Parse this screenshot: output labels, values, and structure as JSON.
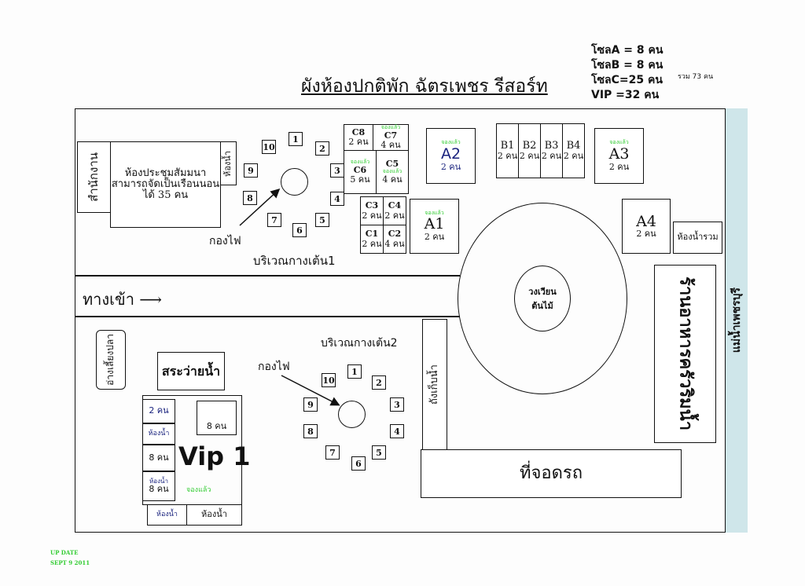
{
  "title": "ผังห้องปกติพัก ฉัตรเพชร รีสอร์ท",
  "legend": {
    "zones": [
      "โซลA = 8 คน",
      "โซลB = 8 คน",
      "โซลC=25 คน",
      "VIP =32 คน"
    ],
    "total": "รวม 73 คน"
  },
  "rooms": {
    "office": "สำนักงาน",
    "meeting_line1": "ห้องประชุมสัมมนา",
    "meeting_line2": "สามารถจัดเป็นเรือนนอน",
    "meeting_line3": "ได้ 35 คน",
    "meeting_bathroom": "ห้องน้ำ",
    "campfire1": "กองไฟ",
    "camp_area1": "บริเวณกางเต้น1",
    "camp_area2": "บริเวณกางเต้น2",
    "campfire2": "กองไฟ",
    "entrance": "ทางเข้า",
    "entrance_arrow": "⟶",
    "roundabout": "วงเวียน ต้นไม้",
    "restaurant": "ร้านอาหารครัวริมน้ำ",
    "river": "แม่น้ำเพชรบุรี",
    "water_tank": "ถังเก็บน้ำ",
    "parking": "ที่จอดรถ",
    "fish_pond": "อ่างเลี้ยงปลา",
    "pool": "สระว่ายน้ำ",
    "shared_bathroom": "ห้องน้ำรวม"
  },
  "booked": "จองแล้ว",
  "zone_a": [
    {
      "name": "A1",
      "capacity": "2 คน"
    },
    {
      "name": "A2",
      "capacity": "2 คน"
    },
    {
      "name": "A3",
      "capacity": "2 คน"
    },
    {
      "name": "A4",
      "capacity": "2 คน"
    }
  ],
  "zone_b": [
    {
      "name": "B1",
      "capacity": "2 คน"
    },
    {
      "name": "B2",
      "capacity": "2 คน"
    },
    {
      "name": "B3",
      "capacity": "2 คน"
    },
    {
      "name": "B4",
      "capacity": "2 คน"
    }
  ],
  "zone_c": [
    {
      "name": "C1",
      "capacity": "2 คน"
    },
    {
      "name": "C2",
      "capacity": "4 คน"
    },
    {
      "name": "C3",
      "capacity": "2 คน"
    },
    {
      "name": "C4",
      "capacity": "2 คน"
    },
    {
      "name": "C5",
      "capacity": "4 คน"
    },
    {
      "name": "C6",
      "capacity": "5 คน"
    },
    {
      "name": "C7",
      "capacity": "4 คน"
    },
    {
      "name": "C8",
      "capacity": "2 คน"
    }
  ],
  "vip": {
    "name": "Vip 1",
    "room_2": "2 คน",
    "bathroom_a": "ห้องน้ำ",
    "room_8a": "8 คน",
    "bathroom_b": "ห้องน้ำ",
    "room_8b": "8 คน",
    "room_8c": "8 คน",
    "bathroom_c": "ห้องน้ำ",
    "bathroom_d": "ห้องน้ำ"
  },
  "tents1": [
    "1",
    "2",
    "3",
    "4",
    "5",
    "6",
    "7",
    "8",
    "9",
    "10"
  ],
  "tents2": [
    "1",
    "2",
    "3",
    "4",
    "5",
    "6",
    "7",
    "8",
    "9",
    "10"
  ],
  "update": {
    "line1": "UP DATE",
    "line2": "SEPT 9 2011"
  }
}
